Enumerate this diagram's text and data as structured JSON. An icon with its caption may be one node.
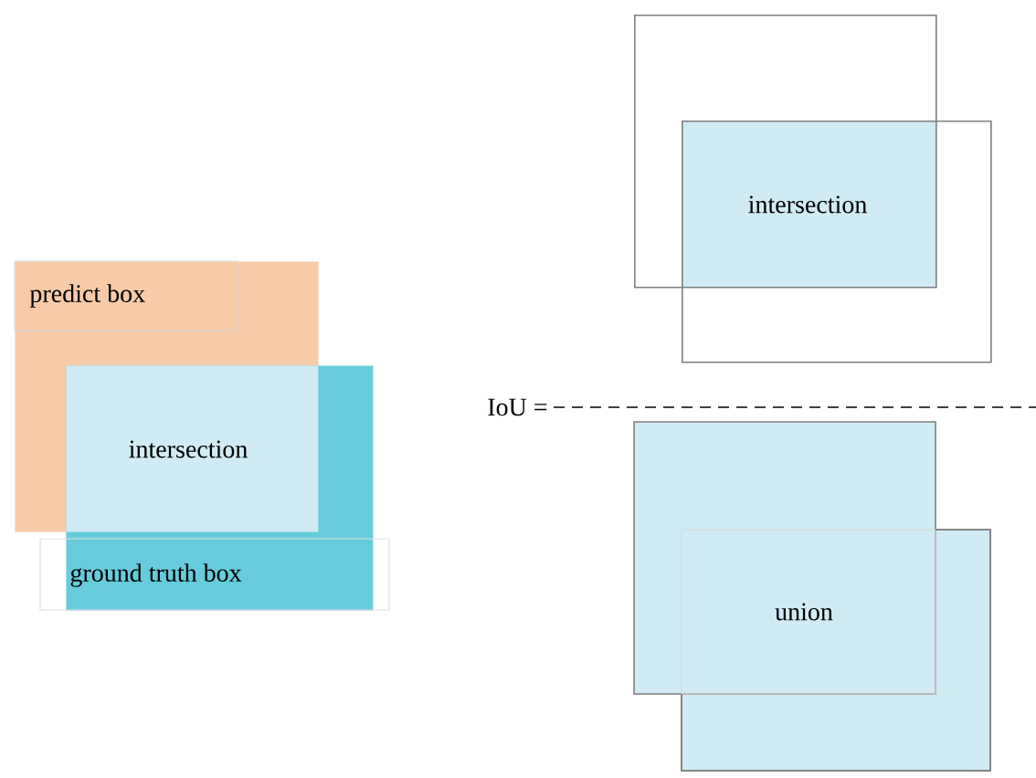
{
  "diagram": {
    "nodes": [
      {
        "text": [
          "predict box"
        ]
      },
      {
        "text": [
          "intersection"
        ]
      },
      {
        "text": [
          "ground truth box"
        ]
      },
      {
        "text": [],
        "shape": "box"
      },
      {
        "text": [],
        "shape": "box"
      },
      {
        "text": [
          "intersection"
        ]
      },
      {
        "text": [
          "union"
        ]
      }
    ],
    "labels": [
      "IoU ="
    ]
  }
}
